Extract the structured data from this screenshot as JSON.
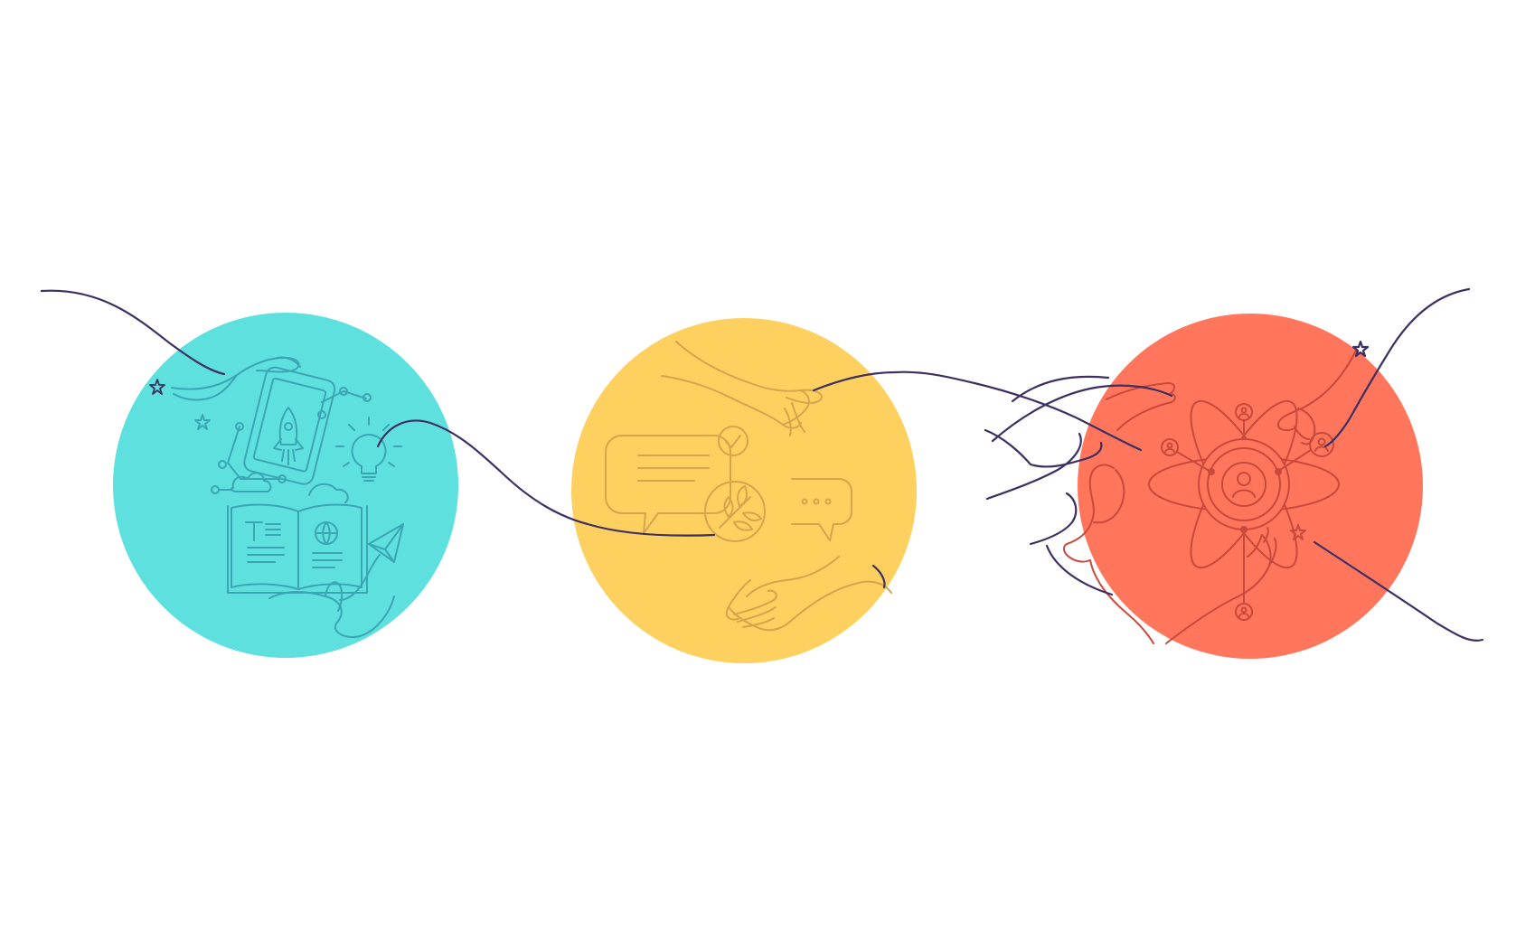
{
  "illustration": {
    "panels": [
      {
        "id": "learning",
        "icons": [
          "hand-icon",
          "tablet-icon",
          "rocket-icon",
          "lightbulb-icon",
          "book-icon",
          "paper-plane-icon",
          "cloud-icon",
          "star-icon"
        ]
      },
      {
        "id": "dialogue",
        "icons": [
          "hand-icon",
          "speech-bubble-icon",
          "check-icon",
          "leaf-icon",
          "ellipsis-bubble-icon",
          "handshake-icon"
        ]
      },
      {
        "id": "community",
        "icons": [
          "hand-icon",
          "user-network-icon",
          "orbit-icon",
          "person-icon",
          "star-icon"
        ]
      }
    ],
    "colors": {
      "background": "#ffffff",
      "thread": "#3d2f62",
      "teal_circle": "#5ee0df",
      "teal_line": "#3aa6b4",
      "yellow_circle": "#fdd05f",
      "yellow_line": "#d7a44c",
      "coral_circle": "#ff765d",
      "coral_line": "#c9493a"
    }
  }
}
